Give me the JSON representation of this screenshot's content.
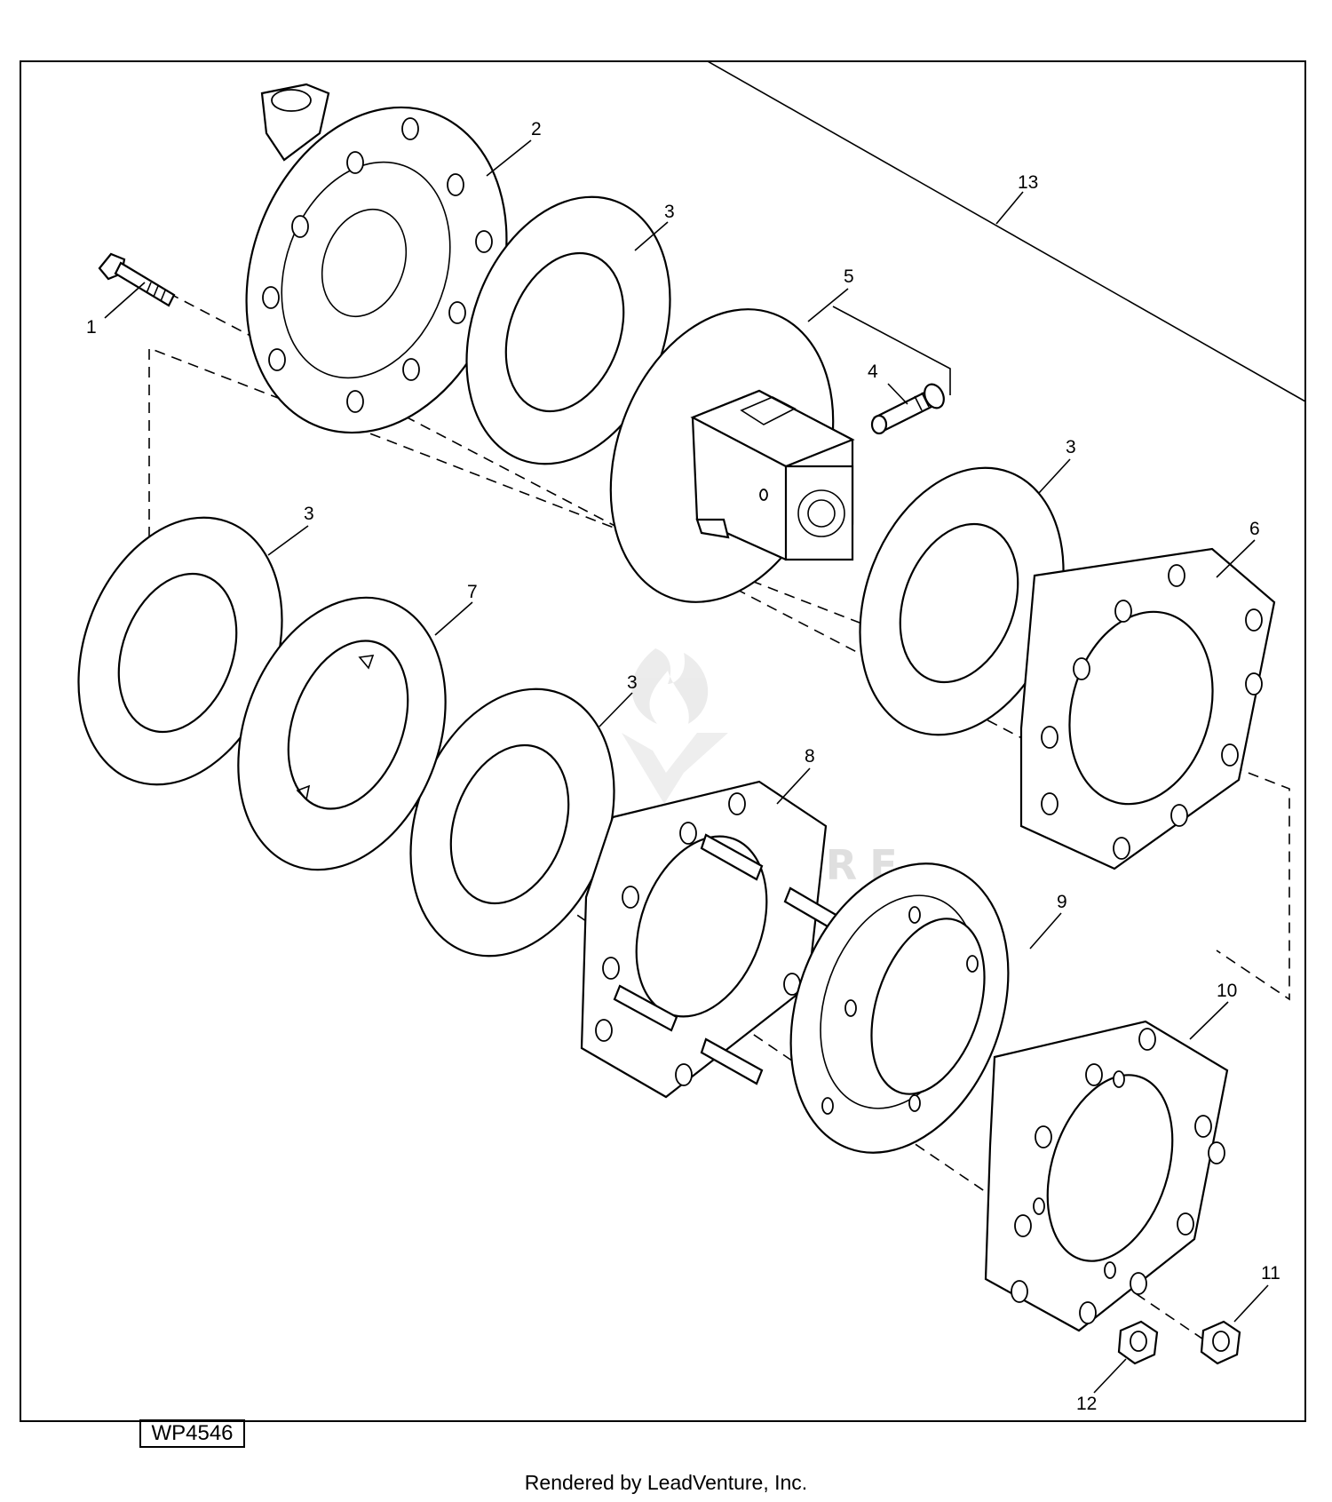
{
  "diagram": {
    "callouts": {
      "c1": "1",
      "c2": "2",
      "c3a": "3",
      "c3b": "3",
      "c3c": "3",
      "c3d": "3",
      "c4": "4",
      "c5": "5",
      "c6": "6",
      "c7": "7",
      "c8": "8",
      "c9": "9",
      "c10": "10",
      "c11": "11",
      "c12": "12",
      "c13": "13"
    },
    "watermark": "LEADVENTURE"
  },
  "figure_id": "WP4546",
  "footer": {
    "credit": "Rendered by LeadVenture, Inc."
  }
}
